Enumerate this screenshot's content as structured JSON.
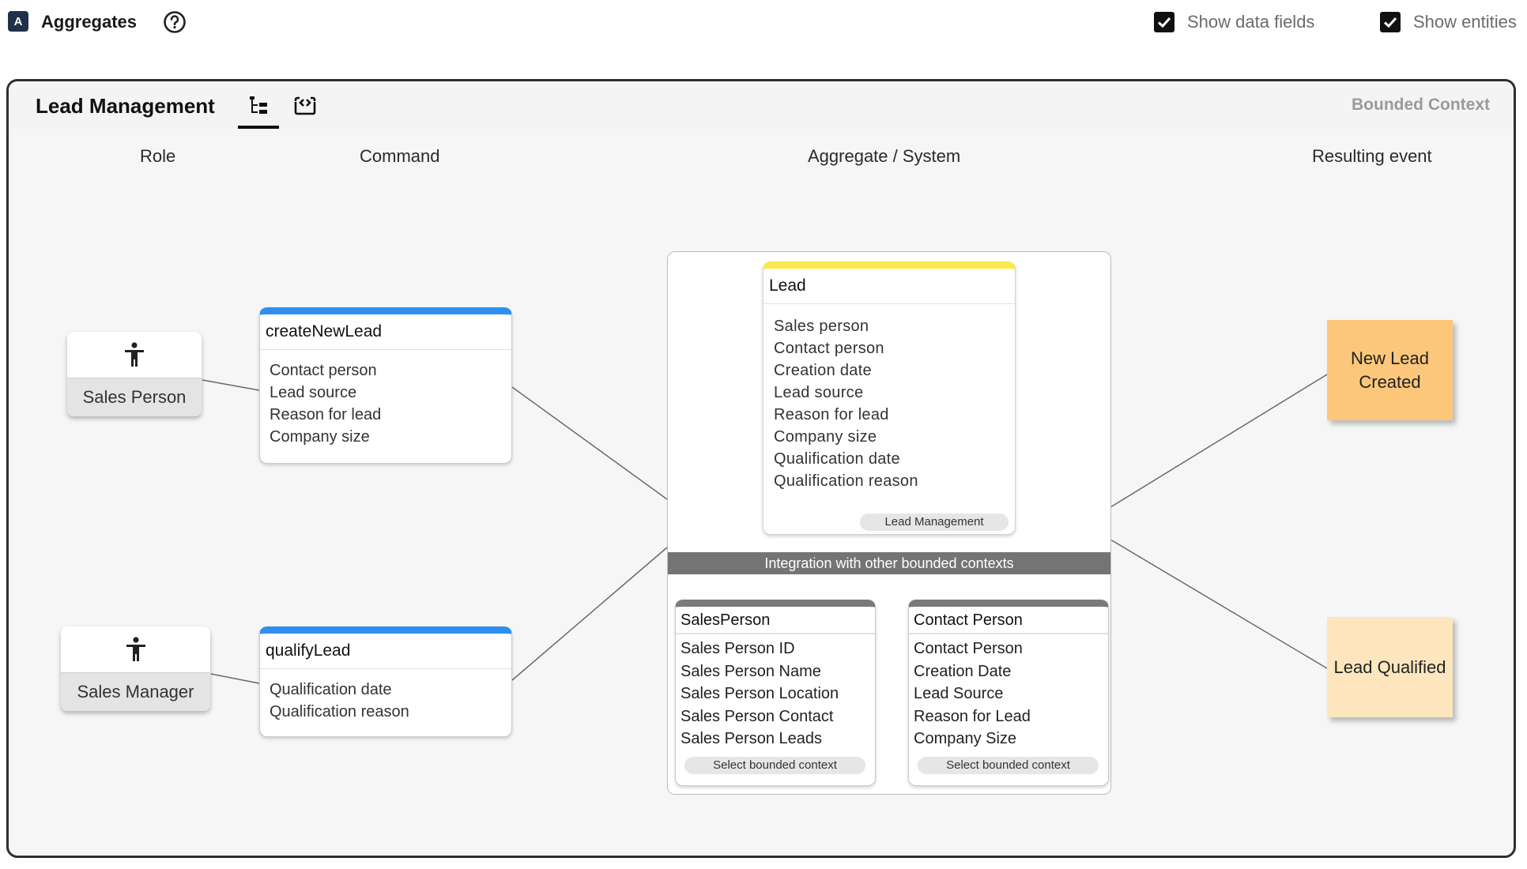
{
  "header": {
    "logo_letter": "A",
    "title": "Aggregates",
    "toggles": [
      {
        "label": "Show data fields",
        "checked": true
      },
      {
        "label": "Show entities",
        "checked": true
      }
    ]
  },
  "panel": {
    "title": "Lead Management",
    "tag": "Bounded Context",
    "tabs": [
      {
        "icon": "tree-structure-icon",
        "active": true
      },
      {
        "icon": "code-export-icon",
        "active": false
      }
    ]
  },
  "columns": {
    "role": "Role",
    "command": "Command",
    "aggregate": "Aggregate / System",
    "event": "Resulting event"
  },
  "roles": [
    {
      "label": "Sales Person",
      "icon": "accessibility-person-icon"
    },
    {
      "label": "Sales Manager",
      "icon": "accessibility-person-icon"
    }
  ],
  "commands": [
    {
      "name": "createNewLead",
      "fields": [
        "Contact person",
        "Lead source",
        "Reason for lead",
        "Company size"
      ],
      "accent": "#2f8ff0"
    },
    {
      "name": "qualifyLead",
      "fields": [
        "Qualification date",
        "Qualification reason"
      ],
      "accent": "#2f8ff0"
    }
  ],
  "aggregate": {
    "name": "Lead",
    "accent": "#fbe84a",
    "fields": [
      "Sales person",
      "Contact person",
      "Creation date",
      "Lead source",
      "Reason for lead",
      "Company size",
      "Qualification date",
      "Qualification reason"
    ],
    "context_pill": "Lead Management"
  },
  "integration": {
    "label": "Integration with other bounded contexts",
    "systems": [
      {
        "title": "SalesPerson",
        "fields": [
          "Sales Person ID",
          "Sales Person Name",
          "Sales Person Location",
          "Sales Person Contact",
          "Sales Person Leads"
        ],
        "action": "Select bounded context"
      },
      {
        "title": "Contact Person",
        "fields": [
          "Contact Person",
          "Creation Date",
          "Lead Source",
          "Reason for Lead",
          "Company Size"
        ],
        "action": "Select bounded context"
      }
    ]
  },
  "events": [
    {
      "label": "New Lead Created",
      "color": "#fcc77a"
    },
    {
      "label": "Lead Qualified",
      "color": "#fde6bd"
    }
  ]
}
